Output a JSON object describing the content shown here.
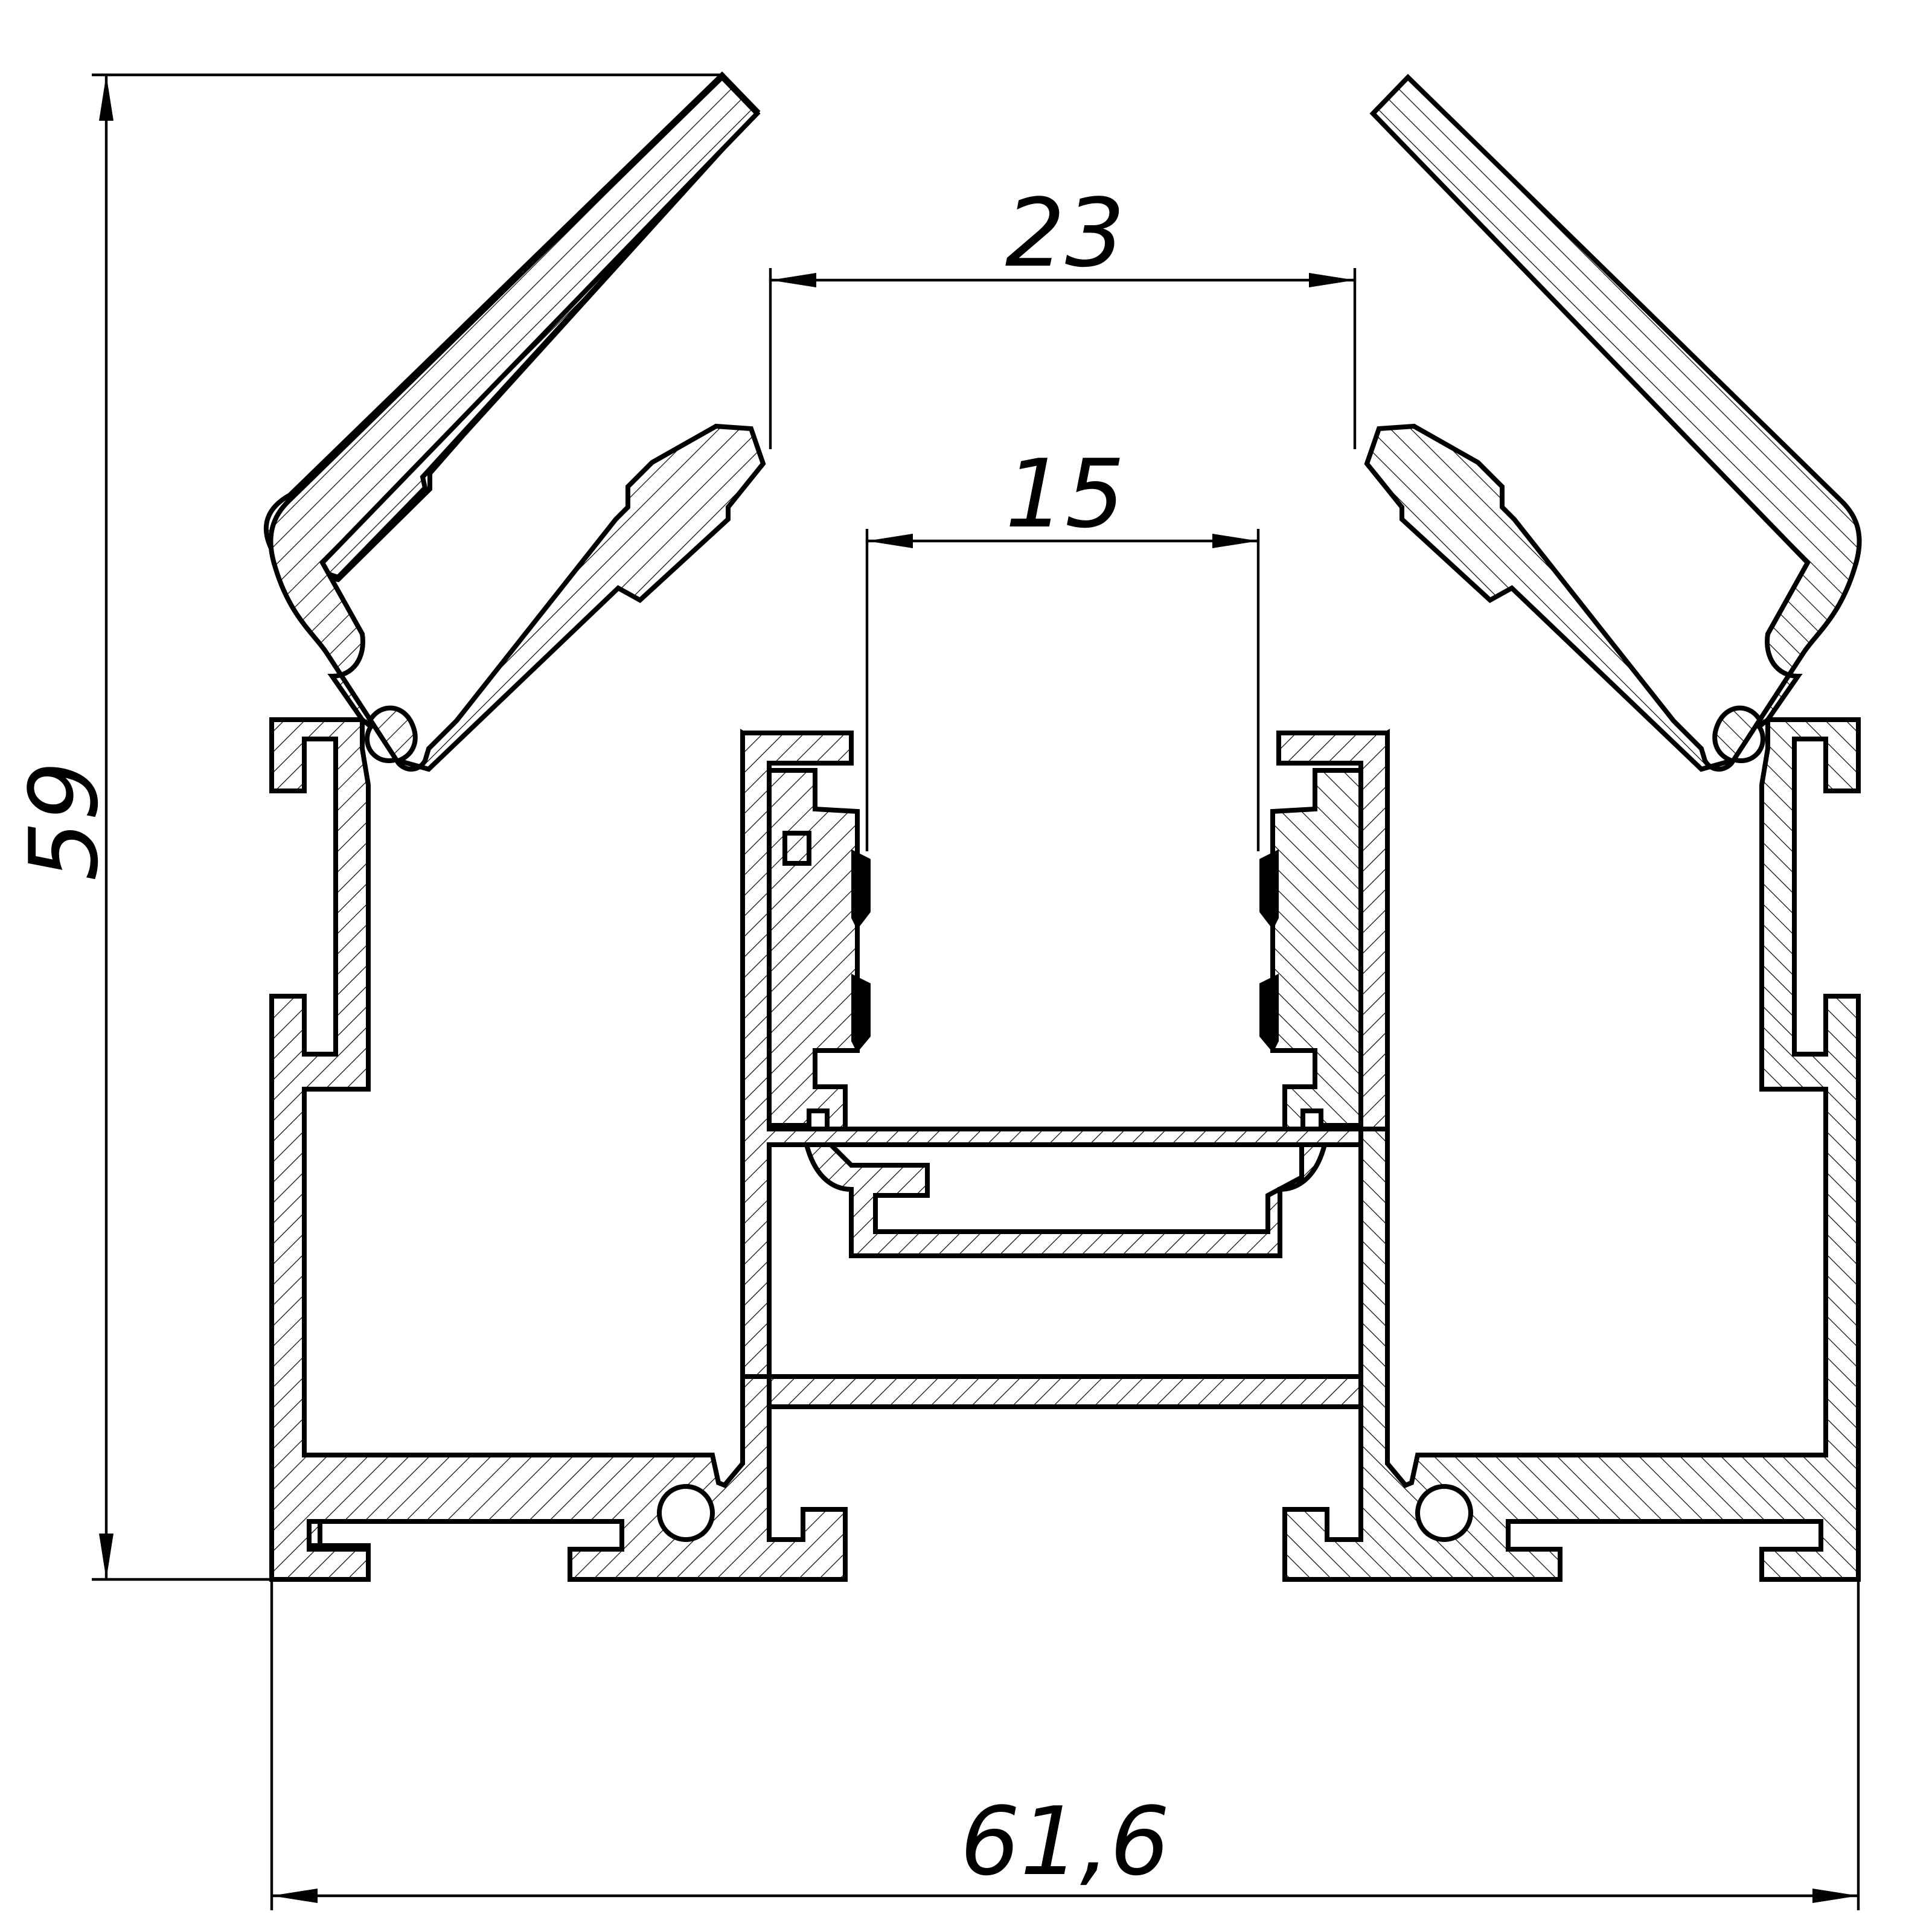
{
  "drawing": {
    "dimensions": {
      "overall_height": "59",
      "overall_width": "61,6",
      "top_opening": "23",
      "inner_opening": "15"
    },
    "colors": {
      "line": "#000000",
      "background": "#ffffff"
    }
  }
}
